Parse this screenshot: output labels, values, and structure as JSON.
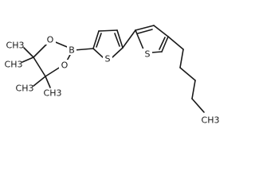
{
  "molecule": {
    "atoms": {
      "S_ring_left": "S",
      "S_ring_right": "S",
      "B_boron": "B",
      "O_upper": "O",
      "O_lower": "O",
      "methyl_1": "CH3",
      "methyl_2": "CH3",
      "methyl_3": "CH3",
      "methyl_4": "CH3",
      "terminal_methyl": "CH3"
    }
  }
}
